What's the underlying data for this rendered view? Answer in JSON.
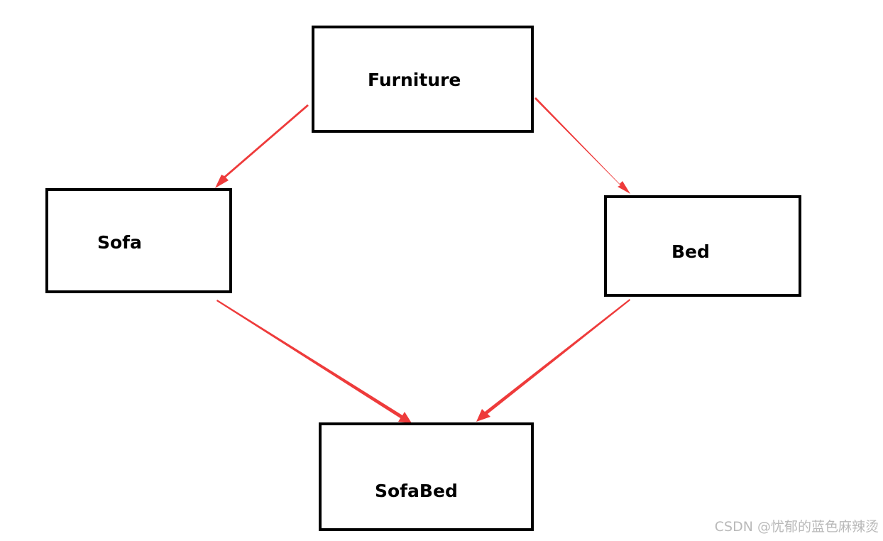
{
  "nodes": {
    "furniture": "Furniture",
    "sofa": "Sofa",
    "bed": "Bed",
    "sofabed": "SofaBed"
  },
  "edges": [
    {
      "from": "Furniture",
      "to": "Sofa"
    },
    {
      "from": "Furniture",
      "to": "Bed"
    },
    {
      "from": "Sofa",
      "to": "SofaBed"
    },
    {
      "from": "Bed",
      "to": "SofaBed"
    }
  ],
  "colors": {
    "arrow": "#ee3b3b",
    "box_border": "#000000",
    "watermark": "#b9b9b9"
  },
  "watermark": "CSDN @忧郁的蓝色麻辣烫"
}
